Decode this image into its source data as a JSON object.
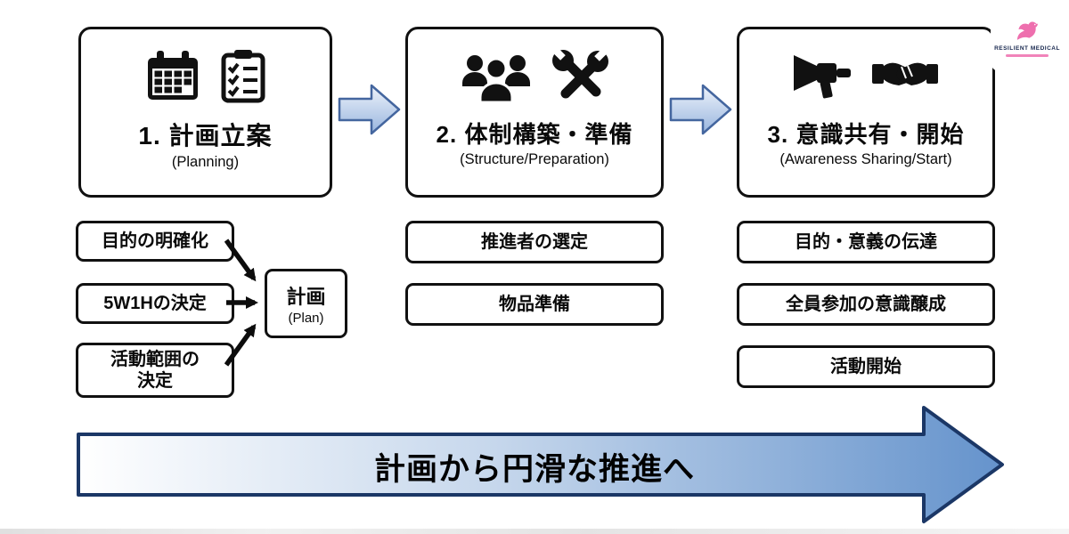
{
  "logo": {
    "brand": "RESILIENT MEDICAL"
  },
  "steps": [
    {
      "title": "1. 計画立案",
      "subtitle": "(Planning)",
      "icons": [
        "calendar-icon",
        "checklist-icon"
      ],
      "items": [
        "目的の明確化",
        "5W1Hの決定",
        "活動範囲の\n決定"
      ]
    },
    {
      "title": "2. 体制構築・準備",
      "subtitle": "(Structure/Preparation)",
      "icons": [
        "team-icon",
        "crossed-wrenches-icon"
      ],
      "items": [
        "推進者の選定",
        "物品準備"
      ]
    },
    {
      "title": "3. 意識共有・開始",
      "subtitle": "(Awareness Sharing/Start)",
      "icons": [
        "megaphone-icon",
        "handshake-icon"
      ],
      "items": [
        "目的・意義の伝達",
        "全員参加の意識醸成",
        "活動開始"
      ]
    }
  ],
  "plan_box": {
    "title": "計画",
    "subtitle": "(Plan)"
  },
  "bottom_arrow": {
    "label": "計画から円滑な推進へ"
  },
  "colors": {
    "box_border": "#111111",
    "arrow_fill_light": "#eef3fb",
    "arrow_fill_dark": "#98b5de",
    "arrow_stroke": "#44669f",
    "banner_fill_left": "#ffffff",
    "banner_fill_right": "#6593cc",
    "banner_stroke": "#1b3766",
    "logo_pink": "#ee6fae"
  }
}
